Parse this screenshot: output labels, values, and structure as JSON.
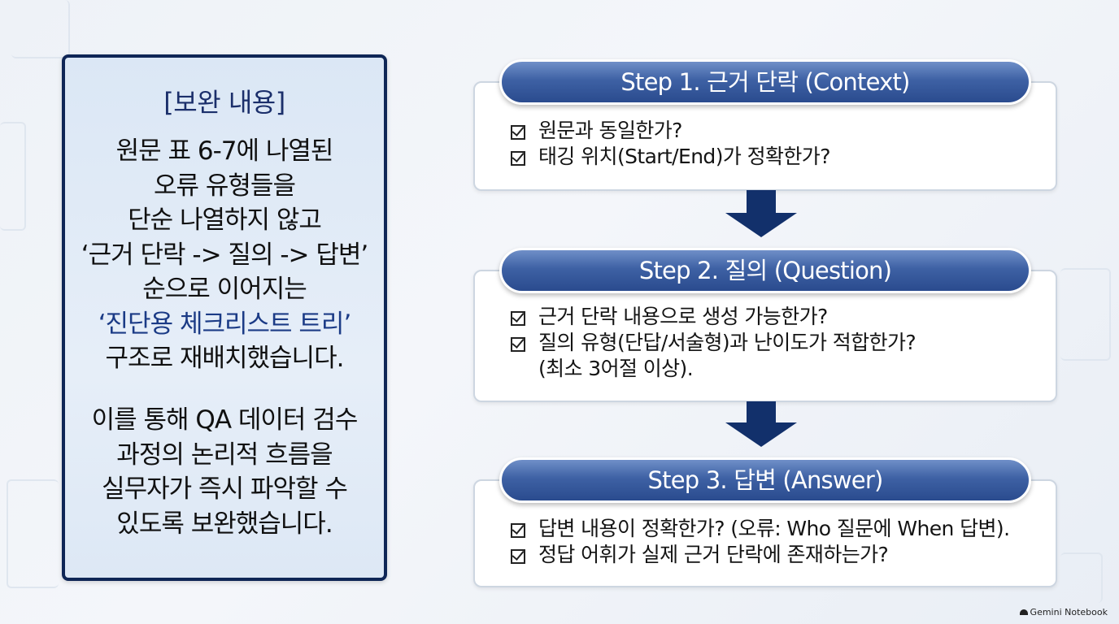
{
  "left_panel": {
    "title": "[보완 내용]",
    "lines": [
      "원문 표 6-7에 나열된",
      "오류 유형들을",
      "단순 나열하지 않고",
      "‘근거 단락 -> 질의 -> 답변’",
      "순으로 이어지는"
    ],
    "highlight": "‘진단용 체크리스트 트리’",
    "line_after_highlight": "구조로 재배치했습니다.",
    "paragraph2": [
      "이를 통해 QA 데이터 검수",
      "과정의 논리적 흐름을",
      "실무자가 즉시 파악할 수",
      "있도록 보완했습니다."
    ]
  },
  "steps": [
    {
      "label": "Step 1. 근거 단락 (Context)",
      "items": [
        "원문과 동일한가?",
        "태깅 위치(Start/End)가 정확한가?"
      ]
    },
    {
      "label": "Step 2. 질의 (Question)",
      "items": [
        "근거 단락 내용으로 생성 가능한가?",
        "질의 유형(단답/서술형)과 난이도가 적합한가?"
      ],
      "continuation": "(최소 3어절 이상)."
    },
    {
      "label": "Step 3. 답변 (Answer)",
      "items": [
        "답변 내용이 정확한가? (오류: Who 질문에 When 답변).",
        "정답 어휘가 실제 근거 단락에 존재하는가?"
      ]
    }
  ],
  "brand": "Gemini Notebook",
  "colors": {
    "navy": "#0f2656",
    "pill_blue": "#3e61a4",
    "arrow": "#12306b",
    "highlight_text": "#1b3b86"
  }
}
